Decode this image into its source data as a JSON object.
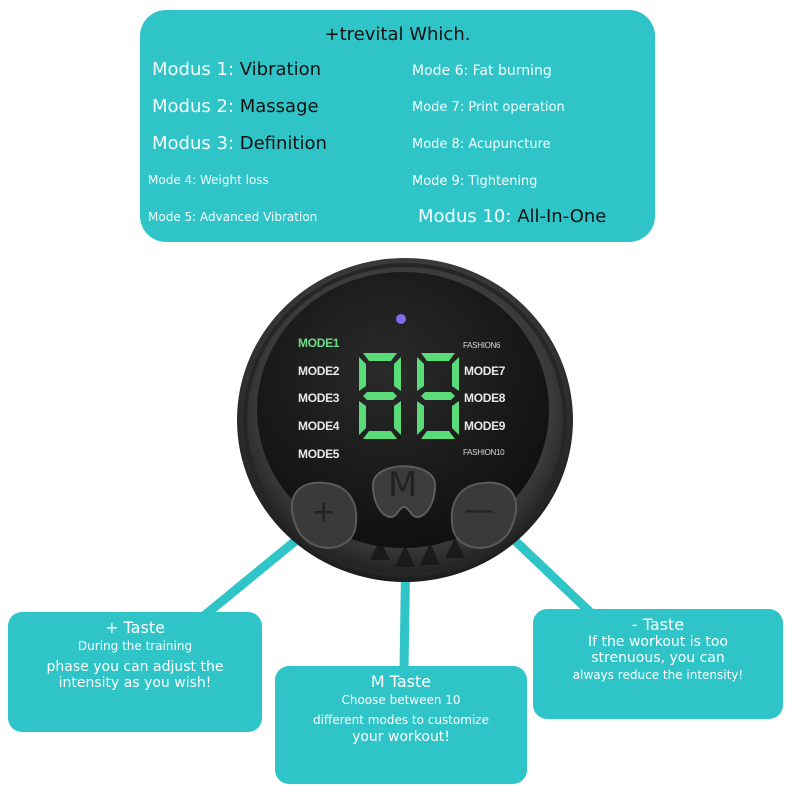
{
  "modes_panel": {
    "title": "+trevital Which.",
    "modes": [
      {
        "key": "Modus 1:",
        "value": "Vibration"
      },
      {
        "key": "Modus 2:",
        "value": "Massage"
      },
      {
        "key": "Modus 3:",
        "value": "Definition"
      },
      {
        "text": "Mode 4: Weight loss"
      },
      {
        "text": "Mode 5: Advanced Vibration"
      },
      {
        "text": "Mode 6: Fat burning"
      },
      {
        "text": "Mode 7: Print operation"
      },
      {
        "text": "Mode 8: Acupuncture"
      },
      {
        "text": "Mode 9: Tightening"
      },
      {
        "key": "Modus 10:",
        "value": "All-In-One"
      }
    ]
  },
  "device": {
    "left_labels": [
      "MODE1",
      "MODE2",
      "MODE3",
      "MODE4",
      "MODE5"
    ],
    "right_labels": [
      "FASHION6",
      "MODE7",
      "MODE8",
      "MODE9",
      "FASHION10"
    ],
    "display": "88",
    "buttons": {
      "plus": "+",
      "mode": "M",
      "minus": "—"
    }
  },
  "callouts": {
    "plus": {
      "title": "+ Taste",
      "line1": "During the training",
      "line2": "phase you can adjust the",
      "line3": "intensity as you wish!"
    },
    "mode": {
      "title": "M Taste",
      "line1": "Choose between 10",
      "line2": "different modes to customize",
      "line3": "your workout!"
    },
    "minus": {
      "title": "- Taste",
      "line1": "If the workout is too",
      "line2": "strenuous, you can",
      "line3": "always reduce the intensity!"
    }
  },
  "colors": {
    "accent": "#2ec4c8",
    "display_green": "#5bdc7a",
    "indicator": "#7b6cf0"
  }
}
